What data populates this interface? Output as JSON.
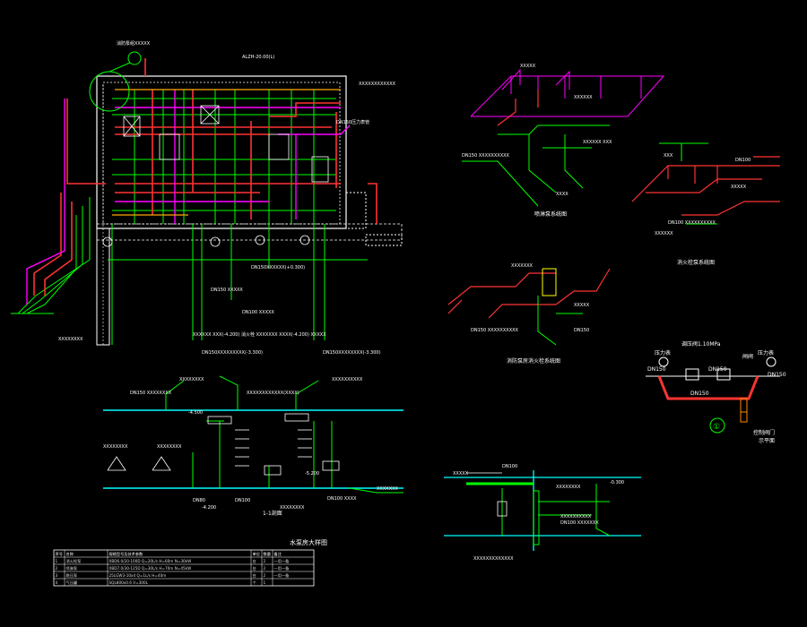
{
  "colors": {
    "background": "#000000",
    "white": "#ffffff",
    "green": "#00ff00",
    "red": "#ff3333",
    "magenta": "#ff00ff",
    "cyan": "#00ffff",
    "yellow": "#ffff00",
    "orange": "#ff8800"
  },
  "labels": {
    "legend_symbol": "①",
    "valve_note_1": "DN150",
    "valve_note_2": "DN150",
    "valve_note_3": "DN150",
    "valve_note_4": "DN150",
    "pressure_note": "调压阀1.10MPa",
    "right_inlet": "压力表",
    "left_inlet": "压力表",
    "gate": "闸阀",
    "stamp_note": "控制阀门",
    "plan_caption": "示平面",
    "iso_caption_1": "喷淋泵系统图",
    "iso_caption_2": "消火栓泵系统图",
    "iso_caption_3": "消防泵房消火栓系统图",
    "section_caption": "水泵房大样图",
    "section_marker": "1-1剖面",
    "level_1": "-4.200",
    "level_2": "-4.500",
    "level_3": "-5.200",
    "level_top": "-0.300"
  },
  "table": {
    "headers": [
      "序号",
      "名称",
      "规格型号及技术参数",
      "单位",
      "数量",
      "备注"
    ],
    "rows": [
      [
        "1",
        "消火栓泵",
        "XBD6.0/20-100D Q=20L/s H=60m N=30kW",
        "台",
        "2",
        "一用一备"
      ],
      [
        "2",
        "喷淋泵",
        "XBD7.0/30-125D Q=30L/s H=70m N=45kW",
        "台",
        "2",
        "一用一备"
      ],
      [
        "3",
        "稳压泵",
        "25LGW3-10x4 Q=1L/s H=40m",
        "台",
        "2",
        "一用一备"
      ],
      [
        "4",
        "气压罐",
        "SQL800x0.6 V=300L",
        "个",
        "1",
        ""
      ]
    ]
  }
}
